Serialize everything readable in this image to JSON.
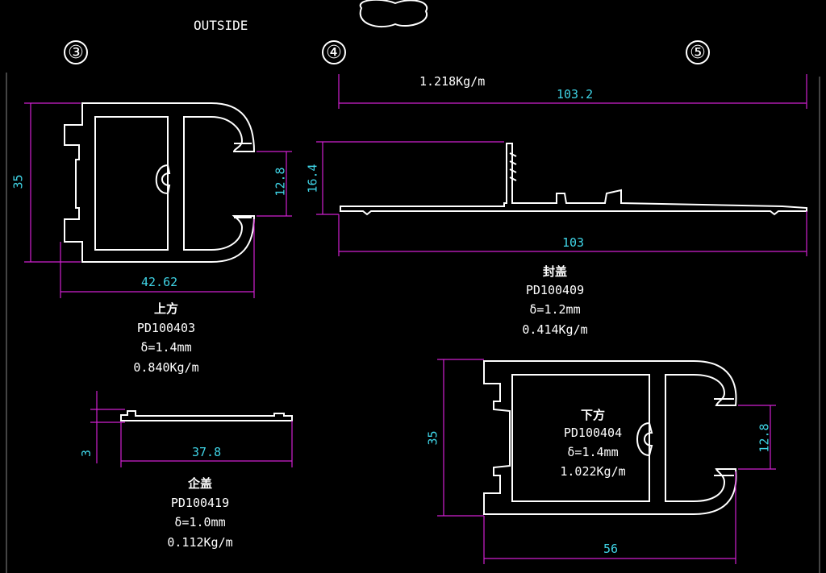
{
  "header": {
    "outside_label": "OUTSIDE"
  },
  "markers": [
    "③",
    "④",
    "⑤"
  ],
  "parts": {
    "shangfang": {
      "name": "上方",
      "code": "PD100403",
      "thickness": "δ=1.4mm",
      "weight": "0.840Kg/m",
      "dims": {
        "height": "35",
        "opening": "12.8",
        "width": "42.62"
      }
    },
    "fenggai": {
      "name": "封盖",
      "code": "PD100409",
      "thickness": "δ=1.2mm",
      "weight": "0.414Kg/m",
      "dims": {
        "top_weight": "1.218Kg/m",
        "top_width": "103.2",
        "height": "16.4",
        "width": "103"
      }
    },
    "qigai": {
      "name": "企盖",
      "code": "PD100419",
      "thickness": "δ=1.0mm",
      "weight": "0.112Kg/m",
      "dims": {
        "height": "3",
        "width": "37.8"
      }
    },
    "xiafang": {
      "name": "下方",
      "code": "PD100404",
      "thickness": "δ=1.4mm",
      "weight": "1.022Kg/m",
      "dims": {
        "height": "35",
        "opening": "12.8",
        "width": "56"
      }
    }
  },
  "colors": {
    "background": "#000000",
    "outline": "#ffffff",
    "dimension_line": "#d020d0",
    "dimension_text": "#3fd4e6"
  }
}
